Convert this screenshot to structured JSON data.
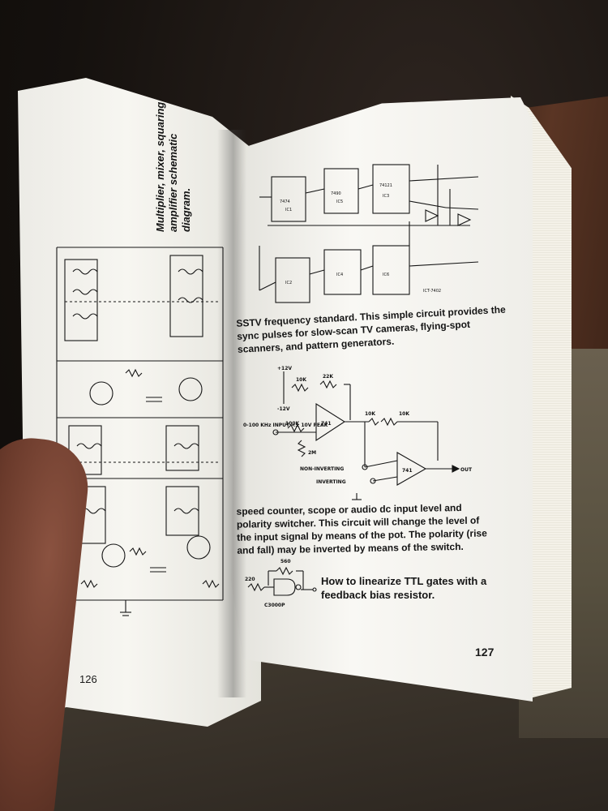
{
  "left_page": {
    "caption_line1": "Multiplier, mixer, squaring",
    "caption_line2": "amplifier schematic diagram.",
    "page_number": "126"
  },
  "right_page": {
    "paragraph1": "SSTV frequency standard. This simple circuit provides the sync pulses for slow-scan TV cameras, flying-spot scanners, and pattern generators.",
    "paragraph2": "speed counter, scope or audio dc input level and polarity switcher. This circuit will change the level of the input signal by means of the pot. The polarity (rise and fall) may be inverted by means of the switch.",
    "caption3": "How to linearize TTL gates with a feedback bias resistor.",
    "page_number": "127",
    "schematic_top_labels": [
      "7474",
      "7490",
      "74121",
      "IC1",
      "IC2",
      "IC3",
      "IC4",
      "IC5",
      "IC6",
      "ICT-7402"
    ],
    "schematic_mid_labels": {
      "v_pos": "+12V",
      "v_neg": "-12V",
      "r1": "10K",
      "r2": "22K",
      "r3": "100K",
      "r4": "2M",
      "r5": "10K",
      "r6": "10K",
      "opamp": "741",
      "input": "0-100 KHz INPUT <± 10V PEAK",
      "non_inverting": "NON-INVERTING",
      "inverting": "INVERTING",
      "out": "OUT"
    },
    "schematic_small_labels": {
      "r_top": "560",
      "r_left": "220",
      "part": "C3000P"
    }
  }
}
